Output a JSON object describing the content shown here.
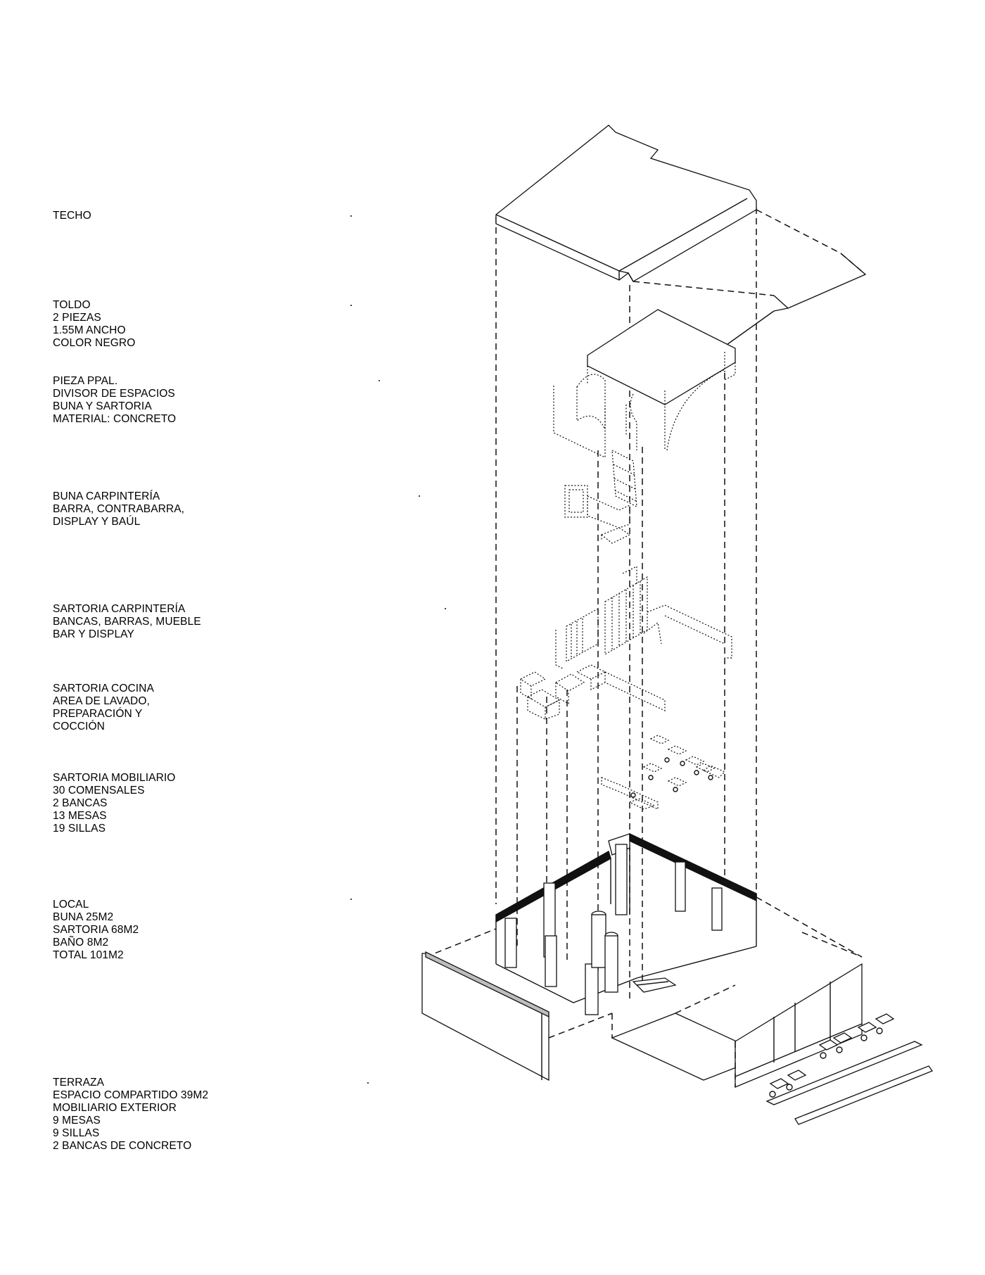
{
  "labels": [
    {
      "id": "techo",
      "lines": [
        "TECHO"
      ]
    },
    {
      "id": "toldo",
      "lines": [
        "TOLDO",
        "2 PIEZAS",
        "1.55M ANCHO",
        "COLOR NEGRO"
      ]
    },
    {
      "id": "pieza-ppal",
      "lines": [
        "PIEZA PPAL.",
        "DIVISOR DE ESPACIOS",
        "BUNA Y SARTORIA",
        "MATERIAL: CONCRETO"
      ]
    },
    {
      "id": "buna-carpinteria",
      "lines": [
        "BUNA CARPINTERÍA",
        "BARRA, CONTRABARRA,",
        "DISPLAY Y BAÚL"
      ]
    },
    {
      "id": "sartoria-carpinteria",
      "lines": [
        "SARTORIA CARPINTERÍA",
        "BANCAS, BARRAS, MUEBLE",
        "BAR Y DISPLAY"
      ]
    },
    {
      "id": "sartoria-cocina",
      "lines": [
        "SARTORIA COCINA",
        "AREA DE LAVADO,",
        "PREPARACIÓN Y",
        "COCCIÓN"
      ]
    },
    {
      "id": "sartoria-mobiliario",
      "lines": [
        "SARTORIA MOBILIARIO",
        "30 COMENSALES",
        "2 BANCAS",
        "13 MESAS",
        "19 SILLAS"
      ]
    },
    {
      "id": "local",
      "lines": [
        "LOCAL",
        "BUNA 25M2",
        "SARTORIA 68M2",
        "BAÑO 8M2",
        "TOTAL 101M2"
      ]
    },
    {
      "id": "terraza",
      "lines": [
        "TERRAZA",
        "ESPACIO COMPARTIDO 39M2",
        "MOBILIARIO EXTERIOR",
        "9 MESAS",
        "9 SILLAS",
        "2 BANCAS DE CONCRETO"
      ]
    }
  ]
}
